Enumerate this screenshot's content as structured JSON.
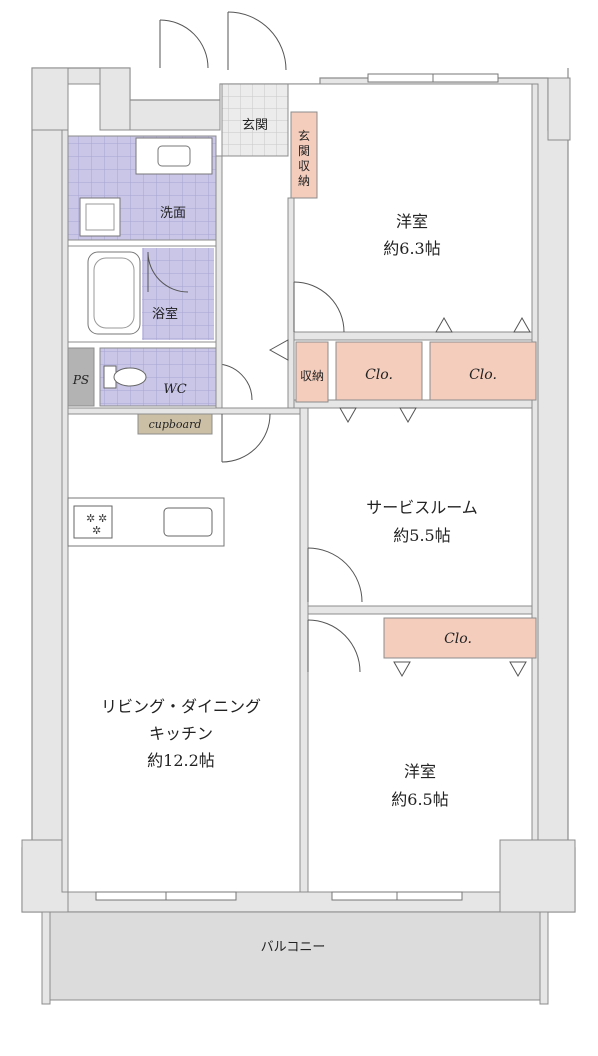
{
  "rooms": {
    "entrance": "玄関",
    "entrance_storage": [
      "玄",
      "関",
      "収",
      "納"
    ],
    "washroom": "洗面",
    "bathroom": "浴室",
    "ps": "PS",
    "wc": "WC",
    "cupboard": "cupboard",
    "storage": [
      "収",
      "納"
    ],
    "closet_a": "Clo.",
    "closet_b": "Clo.",
    "closet_c": "Clo.",
    "bedroom1_name": "洋室",
    "bedroom1_size": "約6.3帖",
    "service_room_name": "サービスルーム",
    "service_room_size": "約5.5帖",
    "ldk_line1": "リビング・ダイニング",
    "ldk_line2": "キッチン",
    "ldk_size": "約12.2帖",
    "bedroom2_name": "洋室",
    "bedroom2_size": "約6.5帖",
    "balcony": "バルコニー"
  },
  "colors": {
    "wall": "#e6e6e6",
    "wall_stroke": "#8c8c8c",
    "tile_entrance": "#ececec",
    "wet_area": "#c9c6e8",
    "closet": "#f4cdbd",
    "cupboard": "#cbbfa6",
    "ps": "#b3b3b3",
    "balcony": "#dcdcdc"
  }
}
